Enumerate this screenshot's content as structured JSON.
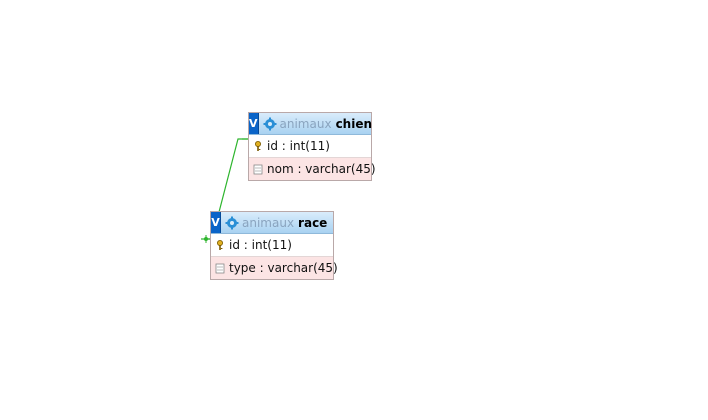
{
  "tables": [
    {
      "database": "animaux",
      "name": "chien",
      "toggle_label": "V",
      "columns": [
        {
          "label": "id : int(11)",
          "icon": "primary-key-icon"
        },
        {
          "label": "nom : varchar(45)",
          "icon": "column-icon"
        }
      ]
    },
    {
      "database": "animaux",
      "name": "race",
      "toggle_label": "V",
      "columns": [
        {
          "label": "id : int(11)",
          "icon": "primary-key-icon"
        },
        {
          "label": "type : varchar(45)",
          "icon": "column-icon"
        }
      ]
    }
  ],
  "colors": {
    "header_top": "#d9ecfb",
    "header_bottom": "#a9d2f1",
    "toggle": "#0a64c8",
    "relation_line": "#2db52d",
    "row_alt": "#fce4e4"
  }
}
